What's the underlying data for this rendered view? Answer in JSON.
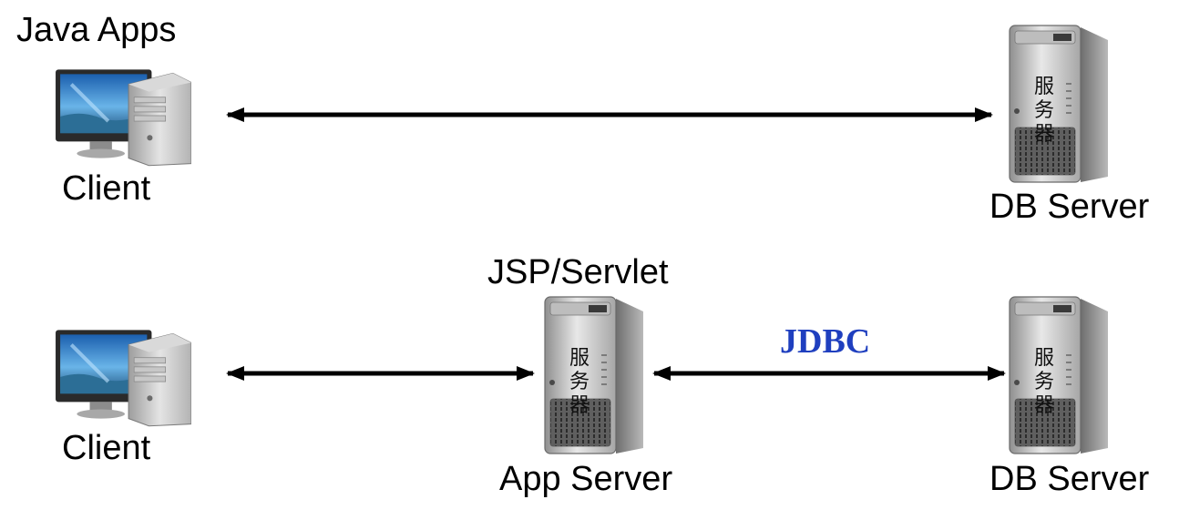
{
  "diagram": {
    "row1": {
      "left_caption": "Java Apps",
      "client_label": "Client",
      "db_label": "DB Server"
    },
    "row2": {
      "client_label": "Client",
      "app_caption": "JSP/Servlet",
      "app_label": "App Server",
      "link_label": "JDBC",
      "db_label": "DB Server"
    },
    "server_face_text": [
      "服",
      "务",
      "器"
    ],
    "colors": {
      "arrow": "#000000",
      "link_label": "#1f3fbf"
    }
  }
}
